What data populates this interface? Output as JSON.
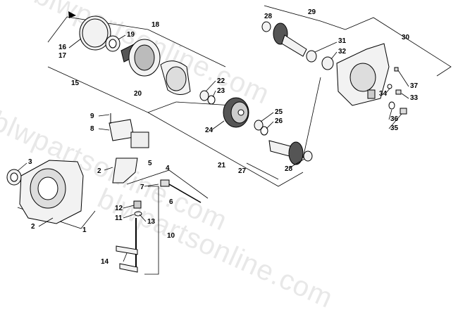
{
  "watermark": "blwpartsonline.com",
  "callouts": [
    {
      "id": "1",
      "text": "1"
    },
    {
      "id": "2a",
      "text": "2"
    },
    {
      "id": "2b",
      "text": "2"
    },
    {
      "id": "3",
      "text": "3"
    },
    {
      "id": "4",
      "text": "4"
    },
    {
      "id": "5",
      "text": "5"
    },
    {
      "id": "6",
      "text": "6"
    },
    {
      "id": "7",
      "text": "7"
    },
    {
      "id": "8",
      "text": "8"
    },
    {
      "id": "9",
      "text": "9"
    },
    {
      "id": "10",
      "text": "10"
    },
    {
      "id": "11",
      "text": "11"
    },
    {
      "id": "12",
      "text": "12"
    },
    {
      "id": "13",
      "text": "13"
    },
    {
      "id": "14",
      "text": "14"
    },
    {
      "id": "15",
      "text": "15"
    },
    {
      "id": "16",
      "text": "16"
    },
    {
      "id": "17",
      "text": "17"
    },
    {
      "id": "18",
      "text": "18"
    },
    {
      "id": "19",
      "text": "19"
    },
    {
      "id": "20",
      "text": "20"
    },
    {
      "id": "21",
      "text": "21"
    },
    {
      "id": "22",
      "text": "22"
    },
    {
      "id": "23",
      "text": "23"
    },
    {
      "id": "24",
      "text": "24"
    },
    {
      "id": "25",
      "text": "25"
    },
    {
      "id": "26",
      "text": "26"
    },
    {
      "id": "27",
      "text": "27"
    },
    {
      "id": "28a",
      "text": "28"
    },
    {
      "id": "28b",
      "text": "28"
    },
    {
      "id": "29",
      "text": "29"
    },
    {
      "id": "30",
      "text": "30"
    },
    {
      "id": "31",
      "text": "31"
    },
    {
      "id": "32",
      "text": "32"
    },
    {
      "id": "33",
      "text": "33"
    },
    {
      "id": "34",
      "text": "34"
    },
    {
      "id": "35",
      "text": "35"
    },
    {
      "id": "36",
      "text": "36"
    },
    {
      "id": "37",
      "text": "37"
    }
  ]
}
